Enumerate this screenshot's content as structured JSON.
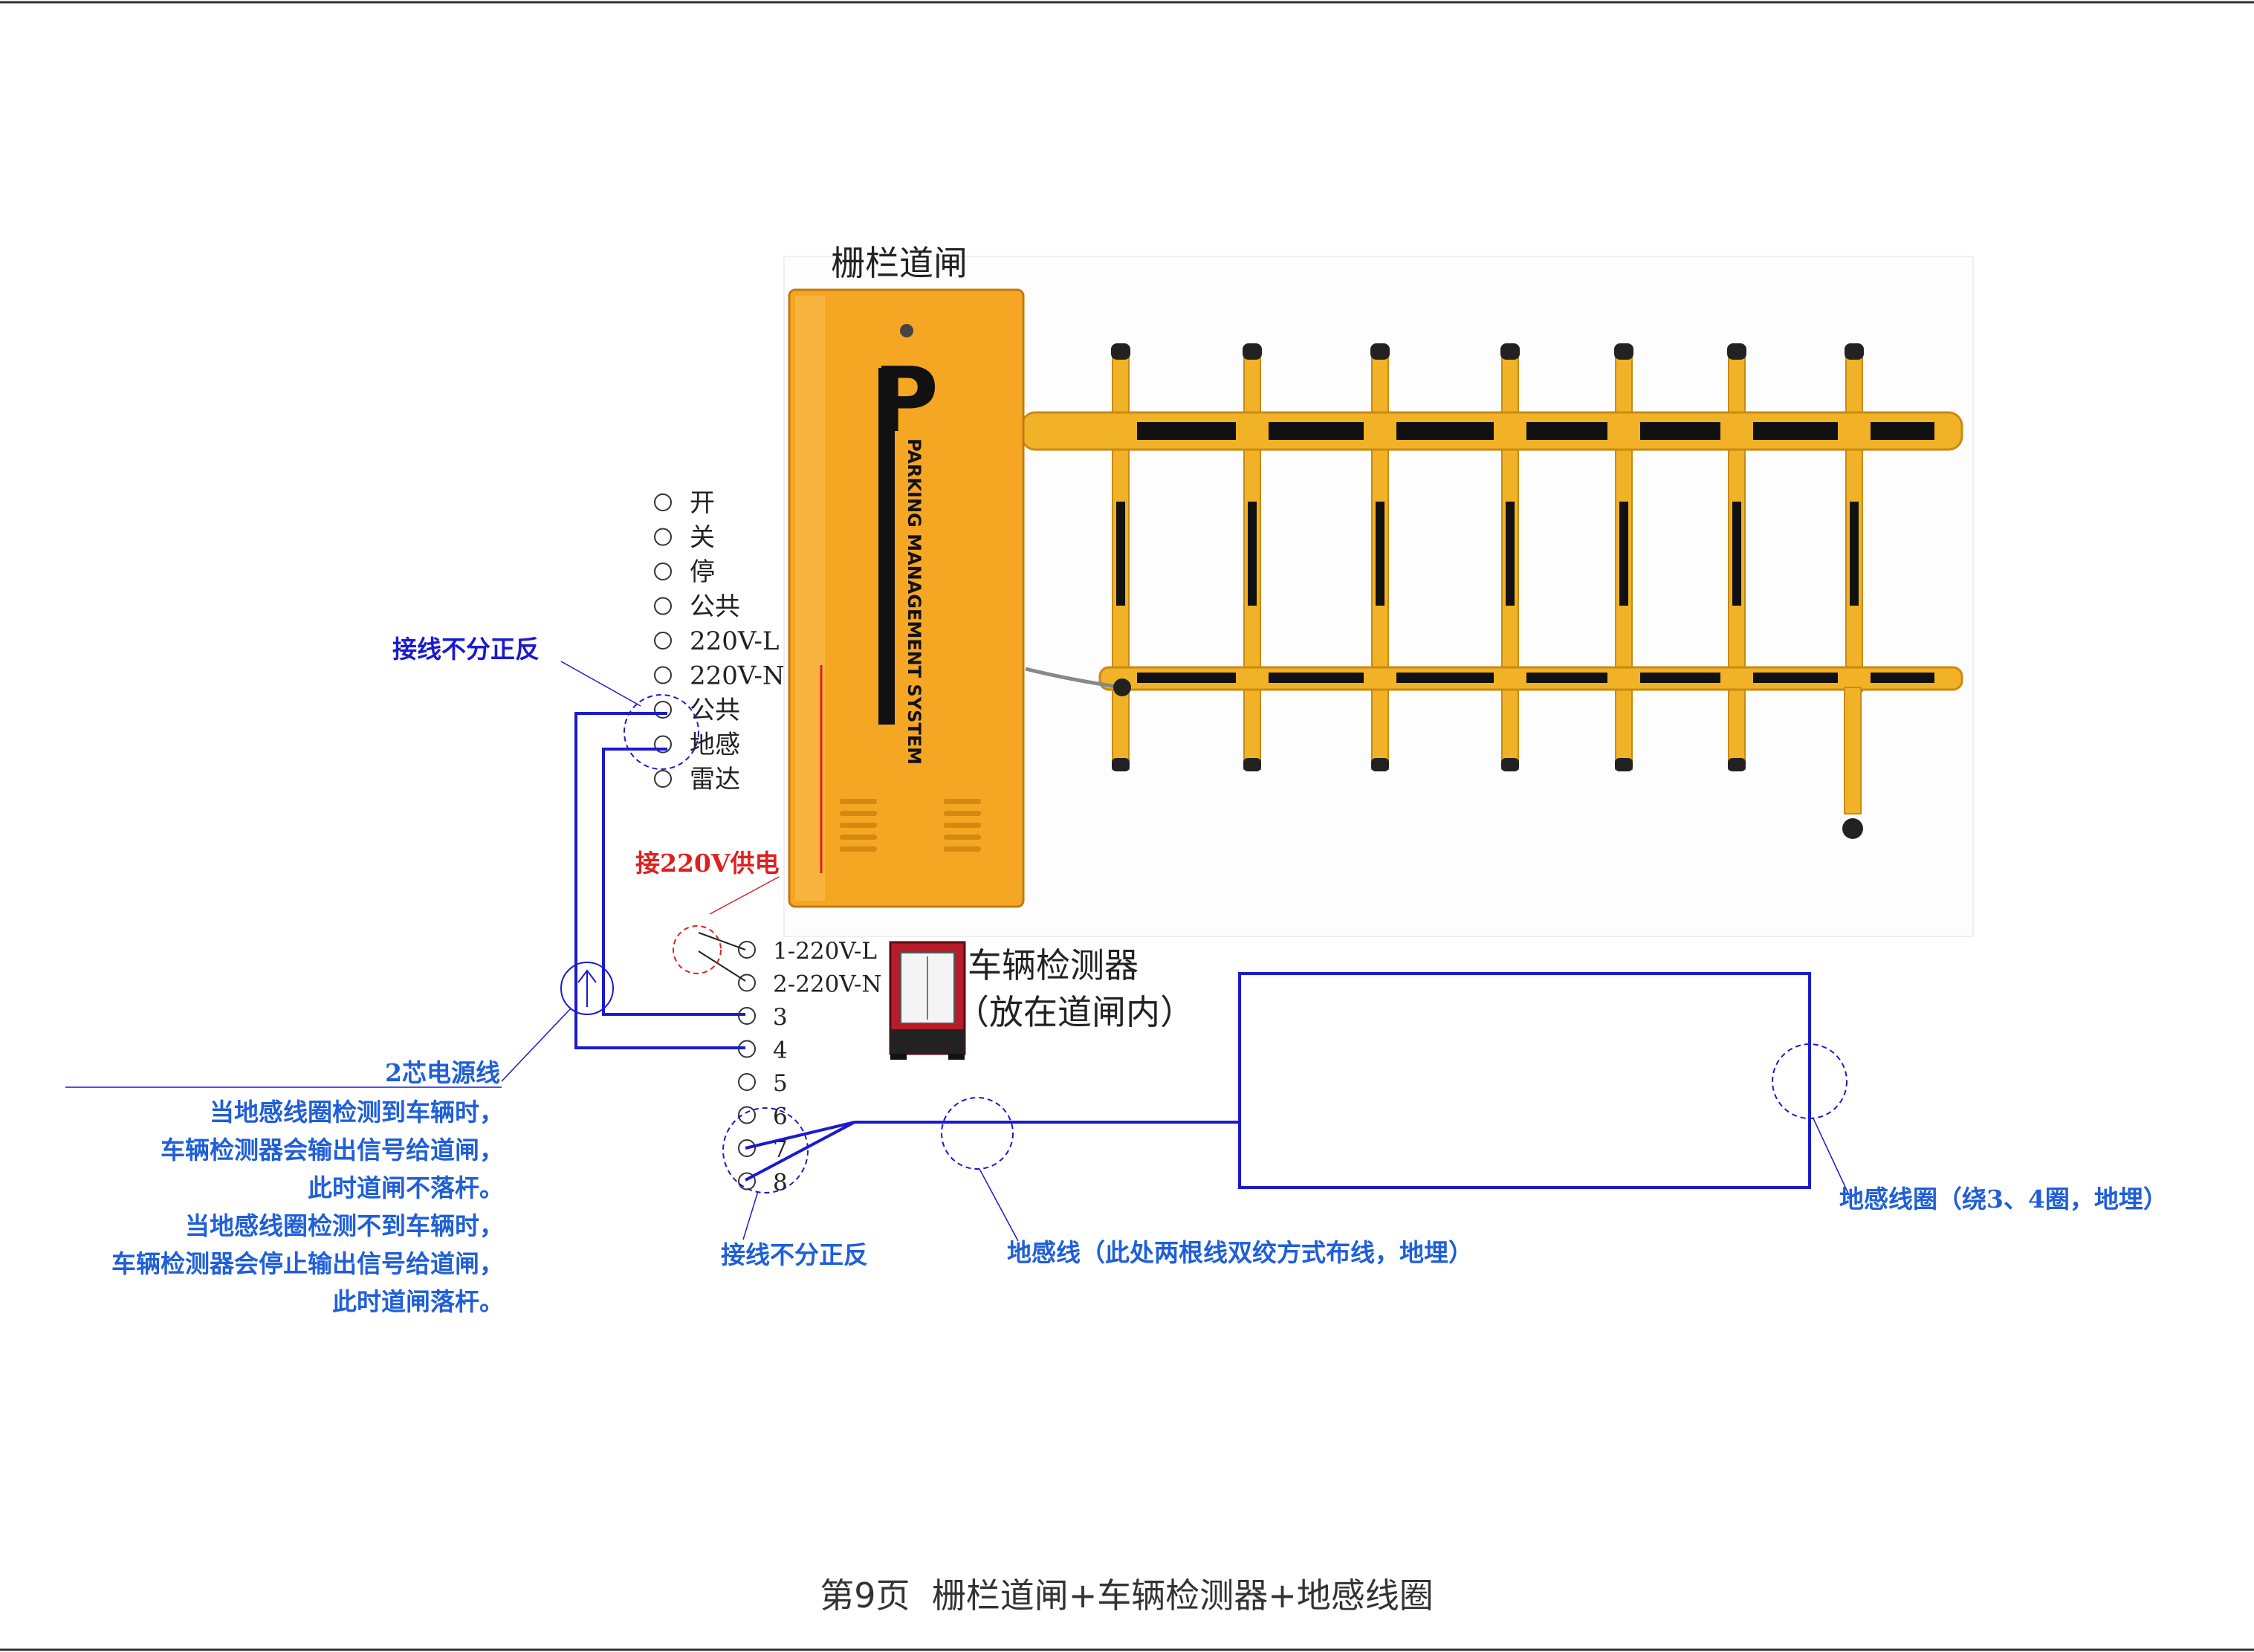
{
  "gate": {
    "title": "栅栏道闸",
    "box_logo_letter": "P",
    "box_text": "PARKING MANAGEMENT SYSTEM",
    "terminals": [
      "开",
      "关",
      "停",
      "公共",
      "220V-L",
      "220V-N",
      "公共",
      "地感",
      "雷达"
    ]
  },
  "detector": {
    "name": "车辆检测器",
    "note": "（放在道闸内）",
    "terminals": [
      "1-220V-L",
      "2-220V-N",
      "3",
      "4",
      "5",
      "6",
      "7",
      "8"
    ]
  },
  "annotations": {
    "polarity_top": "接线不分正反",
    "power_supply": "接220V供电",
    "power_cable": "2芯电源线",
    "behavior": [
      "当地感线圈检测到车辆时，",
      "车辆检测器会输出信号给道闸，",
      "此时道闸不落杆。",
      "当地感线圈检测不到车辆时，",
      "车辆检测器会停止输出信号给道闸，",
      "此时道闸落杆。"
    ],
    "polarity_bottom": "接线不分正反",
    "loop_wire": "地感线（此处两根线双绞方式布线，地埋）",
    "loop_coil": "地感线圈（绕3、4圈，地埋）"
  },
  "footer": {
    "caption": "第9页  栅栏道闸+车辆检测器+地感线圈"
  },
  "colors": {
    "blue_text": "#1f5fd8",
    "wire": "#1a1ad0",
    "red": "#e02020",
    "gate_orange": "#f5a623",
    "arm_yellow": "#f2b227"
  }
}
